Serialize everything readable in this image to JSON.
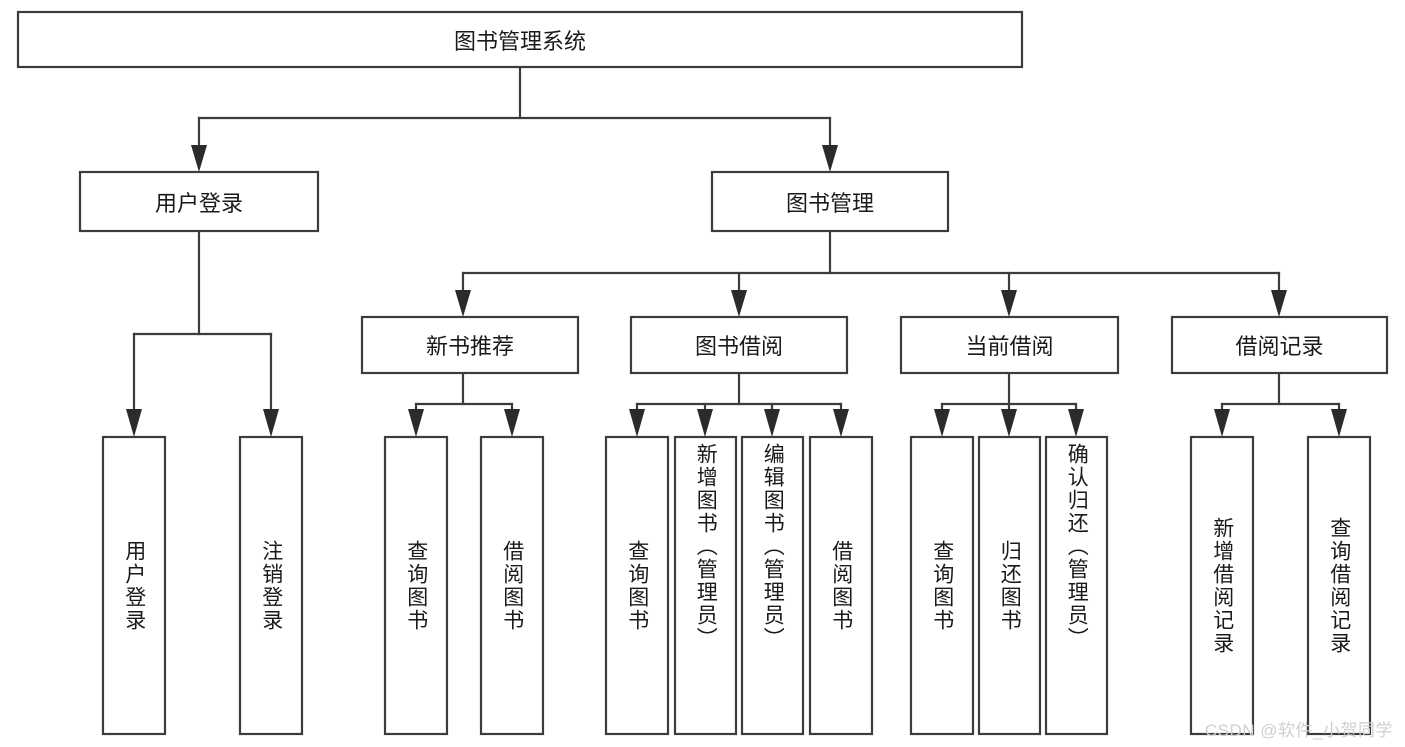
{
  "diagram": {
    "title": "图书管理系统",
    "type": "tree-hierarchy",
    "root": {
      "id": "root",
      "label": "图书管理系统"
    },
    "level2": [
      {
        "id": "user-login",
        "label": "用户登录"
      },
      {
        "id": "book-manage",
        "label": "图书管理"
      }
    ],
    "level3": [
      {
        "id": "new-book-recommend",
        "label": "新书推荐",
        "parent": "book-manage"
      },
      {
        "id": "book-borrow",
        "label": "图书借阅",
        "parent": "book-manage"
      },
      {
        "id": "current-borrow",
        "label": "当前借阅",
        "parent": "book-manage"
      },
      {
        "id": "borrow-record",
        "label": "借阅记录",
        "parent": "book-manage"
      }
    ],
    "leaves": [
      {
        "id": "leaf-user-login",
        "label": "用户登录",
        "parent": "user-login"
      },
      {
        "id": "leaf-logout",
        "label": "注销登录",
        "parent": "user-login"
      },
      {
        "id": "leaf-query-book-1",
        "label": "查询图书",
        "parent": "new-book-recommend"
      },
      {
        "id": "leaf-borrow-book-1",
        "label": "借阅图书",
        "parent": "new-book-recommend"
      },
      {
        "id": "leaf-query-book-2",
        "label": "查询图书",
        "parent": "book-borrow"
      },
      {
        "id": "leaf-add-book",
        "label": "新增图书（管理员）",
        "parent": "book-borrow"
      },
      {
        "id": "leaf-edit-book",
        "label": "编辑图书（管理员）",
        "parent": "book-borrow"
      },
      {
        "id": "leaf-borrow-book-2",
        "label": "借阅图书",
        "parent": "book-borrow"
      },
      {
        "id": "leaf-query-book-3",
        "label": "查询图书",
        "parent": "current-borrow"
      },
      {
        "id": "leaf-return-book",
        "label": "归还图书",
        "parent": "current-borrow"
      },
      {
        "id": "leaf-confirm-return",
        "label": "确认归还（管理员）",
        "parent": "current-borrow"
      },
      {
        "id": "leaf-add-record",
        "label": "新增借阅记录",
        "parent": "borrow-record"
      },
      {
        "id": "leaf-query-record",
        "label": "查询借阅记录",
        "parent": "borrow-record"
      }
    ],
    "watermark": "CSDN @软件_小贺同学",
    "colors": {
      "box_stroke": "#3c3c3c",
      "box_fill": "#ffffff",
      "text": "#1a1a1a",
      "connector": "#3c3c3c",
      "watermark": "#cfcfcf",
      "background": "#ffffff"
    }
  }
}
